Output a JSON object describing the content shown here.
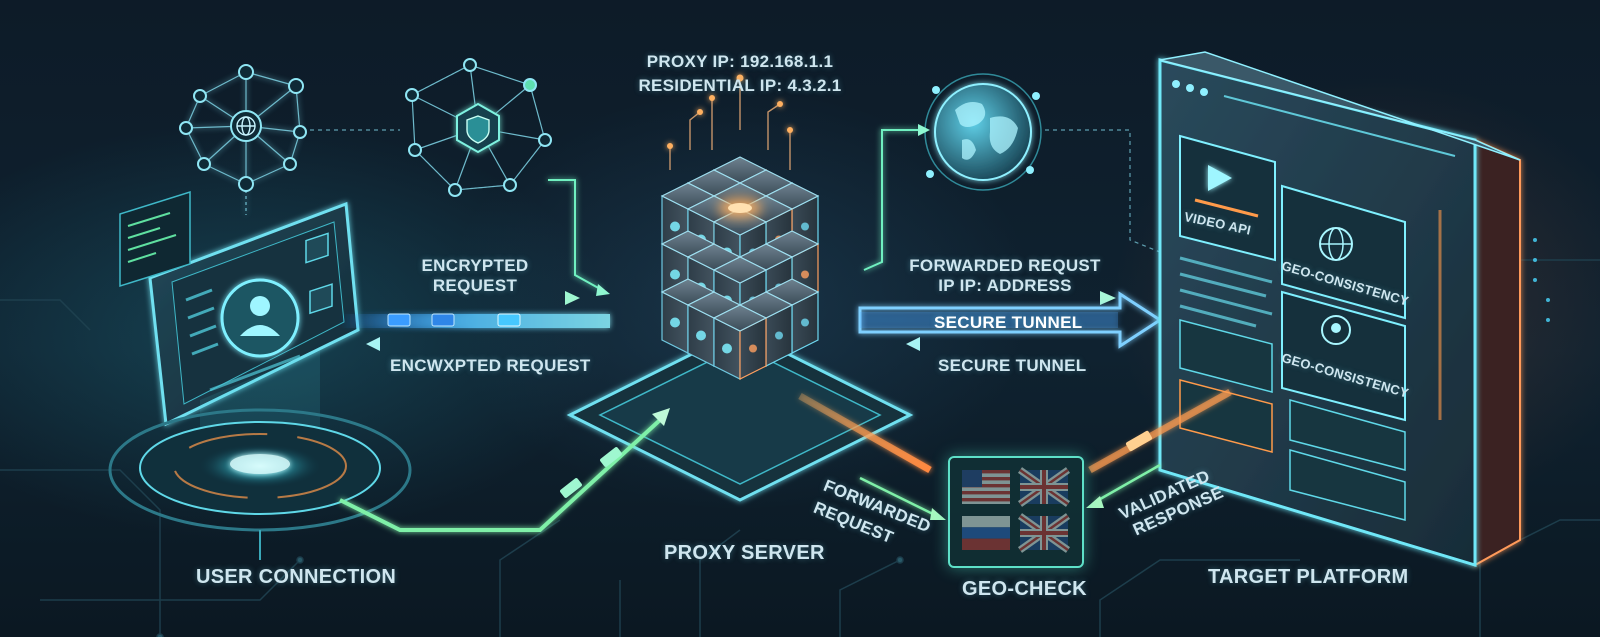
{
  "labels": {
    "proxy_ip": "PROXY IP: 192.168.1.1",
    "residential_ip": "RESIDENTIAL IP: 4.3.2.1",
    "encrypted_request_top_1": "ENCRYPTED",
    "encrypted_request_top_2": "REQUEST",
    "encrypted_request_bottom": "ENCWXPTED REQUEST",
    "forwarded_request_top_1": "FORWARDED REQUST",
    "forwarded_request_top_2": "IP IP: ADDRESS",
    "secure_tunnel_top": "SECURE TUNNEL",
    "secure_tunnel_bottom": "SECURE TUNNEL",
    "video_api": "VIDEO API",
    "geo_consistency_1": "GEO-CONSISTENCY",
    "geo_consistency_2": "GEO-CONSISTENCY",
    "forwarded_request_diag_1": "FORWARDED",
    "forwarded_request_diag_2": "REQUEST",
    "validated_response_1": "VALIDATED",
    "validated_response_2": "RESPONSE",
    "user_connection": "USER CONNECTION",
    "proxy_server": "PROXY SERVER",
    "geo_check": "GEO-CHECK",
    "target_platform": "TARGET PLATFORM"
  },
  "colors": {
    "cyan": "#5fe3f0",
    "teal": "#38d6b5",
    "green": "#7cf0a0",
    "orange": "#ff9a4a",
    "blue": "#4aa8ff"
  },
  "icons": {
    "user": "user-icon",
    "globe": "globe-icon",
    "shield": "shield-icon",
    "play": "play-icon",
    "location": "location-pin-icon"
  }
}
